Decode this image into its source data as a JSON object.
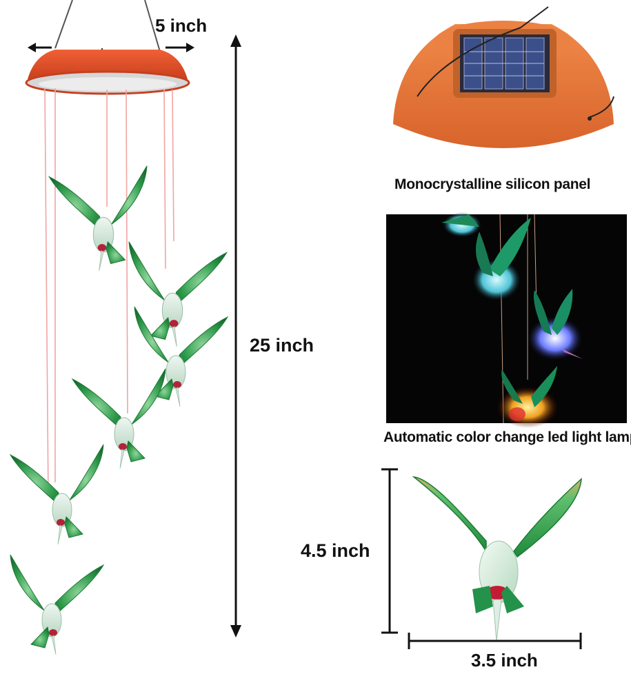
{
  "dimensions": {
    "top_width": "5 inch",
    "total_length": "25 inch",
    "bird_height": "4.5 inch",
    "bird_width": "3.5 inch"
  },
  "captions": {
    "solar_panel": "Monocrystalline silicon panel",
    "led_lamp": "Automatic color change led light lamp"
  },
  "colors": {
    "cap_orange": "#e8542c",
    "panel_orange": "#e97a3e",
    "bird_green": "#2e9a4a",
    "night_bg": "#050505"
  }
}
